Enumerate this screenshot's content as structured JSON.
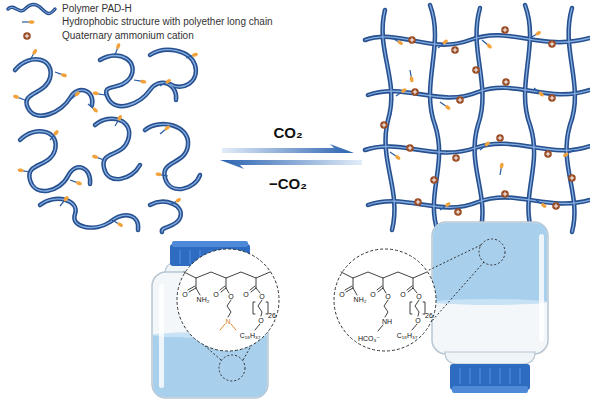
{
  "diagram": {
    "nodes": [
      {
        "text": [
          "O",
          "NH₂",
          "O",
          "O",
          "N",
          "O",
          "O",
          "26",
          "O",
          "C₁₈H₃₇"
        ]
      },
      {
        "text": [
          "O",
          "NH₂",
          "O",
          "O",
          "NH",
          "HCO₃⁻",
          "O",
          "O",
          "26",
          "O",
          "C₁₈H₃₇"
        ]
      }
    ],
    "labels": [
      "CO₂",
      "−CO₂"
    ],
    "legend": [
      {
        "text": "Polymer PAD-H"
      },
      {
        "text": "Hydrophobic structure with polyether long chain"
      },
      {
        "text": "Quaternary ammonium cation"
      }
    ]
  }
}
